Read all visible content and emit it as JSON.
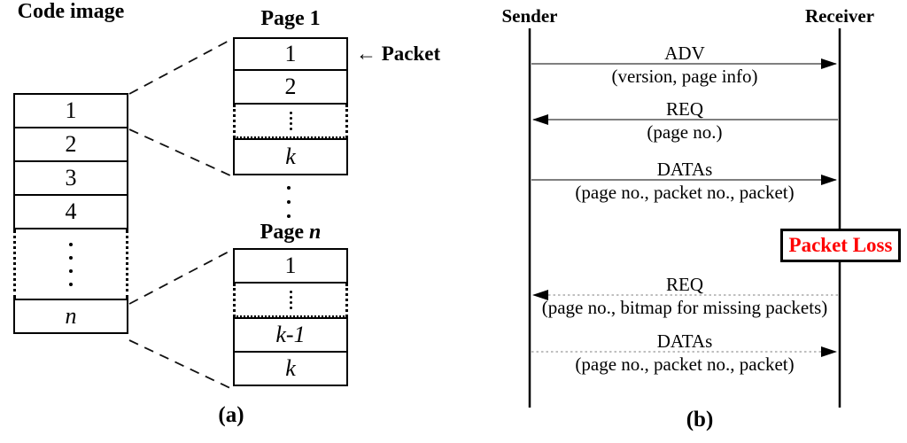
{
  "a": {
    "code_image": {
      "title": "Code image",
      "rows": [
        "1",
        "2",
        "3",
        "4"
      ],
      "last_row": "n"
    },
    "page1": {
      "title": "Page 1",
      "rows": [
        "1",
        "2"
      ],
      "last_row": "k"
    },
    "packet_pointer": "← Packet",
    "page_n": {
      "title_prefix": "Page ",
      "title_var": "n",
      "first_row": "1",
      "row_k_minus_1": "k-1",
      "row_k": "k"
    },
    "caption": "(a)"
  },
  "b": {
    "sender_label": "Sender",
    "receiver_label": "Receiver",
    "messages": [
      {
        "name": "ADV",
        "params": "(version, page info)",
        "direction": "sender-to-receiver",
        "line": "solid"
      },
      {
        "name": "REQ",
        "params": "(page no.)",
        "direction": "receiver-to-sender",
        "line": "solid"
      },
      {
        "name": "DATAs",
        "params": "(page no., packet no., packet)",
        "direction": "sender-to-receiver",
        "line": "solid"
      },
      {
        "name": "REQ",
        "params": "(page no., bitmap for missing packets)",
        "direction": "receiver-to-sender",
        "line": "dashed"
      },
      {
        "name": "DATAs",
        "params": "(page no., packet no., packet)",
        "direction": "sender-to-receiver",
        "line": "dashed"
      }
    ],
    "packet_loss_label": "Packet Loss",
    "caption": "(b)",
    "colors": {
      "packet_loss_text": "#ff0000",
      "dashed_line": "#999999",
      "solid_line": "#333333"
    }
  }
}
